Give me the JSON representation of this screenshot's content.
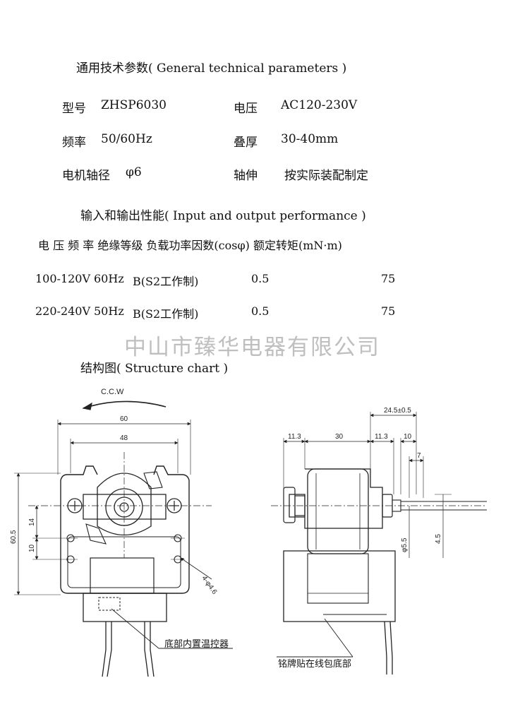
{
  "sections": {
    "general_title": "通用技术参数( General technical parameters )",
    "io_title": "输入和输出性能( Input and output performance )",
    "structure_title": "结构图( Structure chart )"
  },
  "params": {
    "model_label": "型号",
    "model_value": "ZHSP6030",
    "voltage_label": "电压",
    "voltage_value": "AC120-230V",
    "freq_label": "频率",
    "freq_value": "50/60Hz",
    "stack_label": "叠厚",
    "stack_value": "30-40mm",
    "shaft_dia_label": "电机轴径",
    "shaft_dia_value": "φ6",
    "shaft_ext_label": "轴伸",
    "shaft_ext_value": "按实际装配制定"
  },
  "table": {
    "header": "电 压   频 率  绝缘等级 负载功率因数(cosφ) 额定转矩(mN·m)",
    "rows": [
      {
        "voltage": "100-120V",
        "freq": "60Hz",
        "insulation": "B(S2工作制)",
        "pf": "0.5",
        "torque": "75"
      },
      {
        "voltage": "220-240V",
        "freq": "50Hz",
        "insulation": "B(S2工作制)",
        "pf": "0.5",
        "torque": "75"
      }
    ]
  },
  "watermark": "中山市臻华电器有限公司",
  "drawing": {
    "rotation": "C.C.W",
    "dim_60": "60",
    "dim_48": "48",
    "dim_60_5": "60.5",
    "dim_14": "14",
    "dim_10": "10",
    "dim_holes": "4-φ4.6",
    "dim_24_5": "24.5±0.5",
    "dim_11_3_a": "11.3",
    "dim_30": "30",
    "dim_11_3_b": "11.3",
    "dim_10_r": "10",
    "dim_7": "7",
    "dim_5_5": "φ5.5",
    "dim_4_5": "4.5",
    "note_thermostat": "底部内置温控器",
    "note_nameplate": "铭牌贴在线包底部"
  }
}
